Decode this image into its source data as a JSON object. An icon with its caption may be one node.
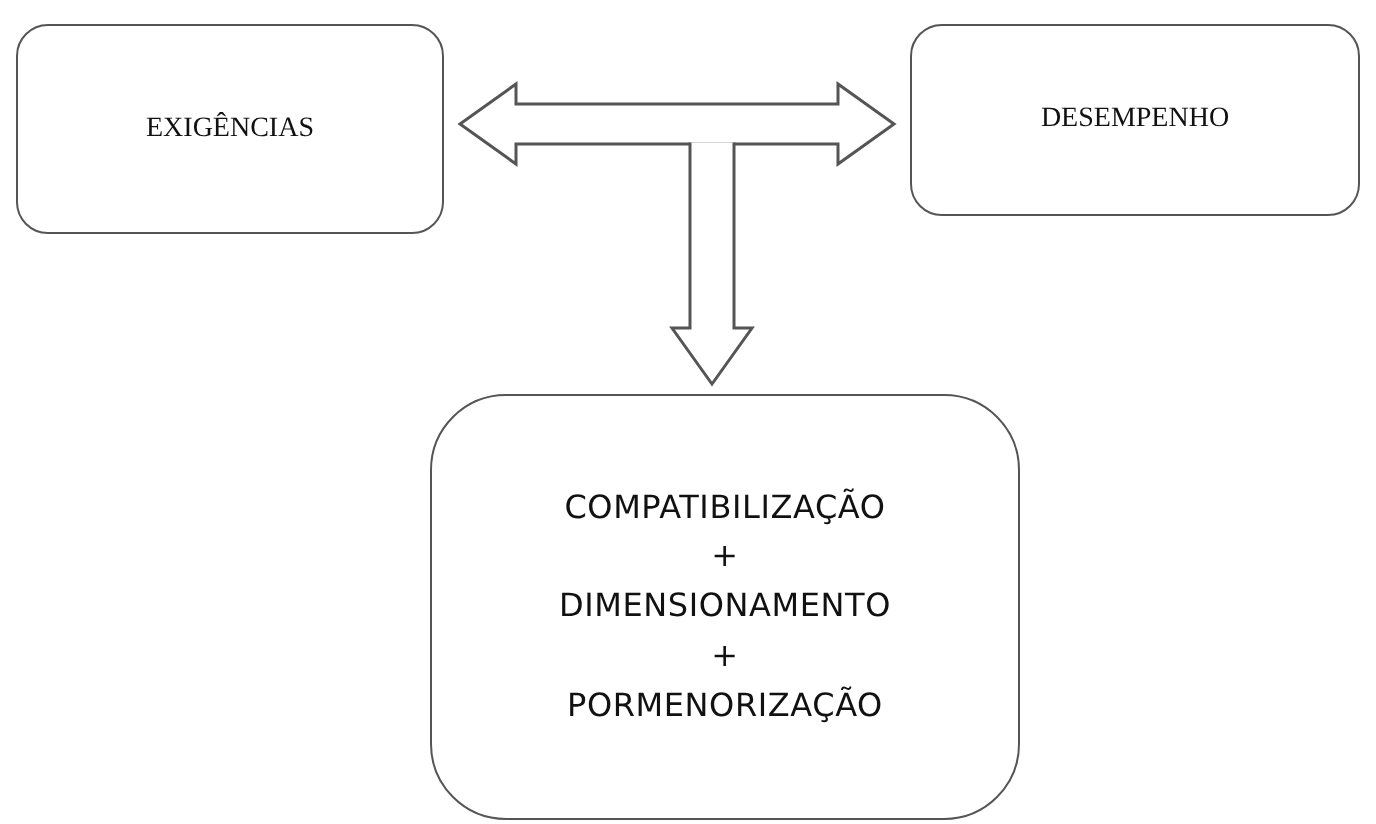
{
  "diagram": {
    "nodes": [
      {
        "text": [
          "EXIGÊNCIAS"
        ]
      },
      {
        "text": [
          "DESEMPENHO"
        ]
      },
      {
        "text": [
          "COMPATIBILIZAÇÃO + DIMENSIONAMENTO + PORMENORIZAÇÃO"
        ]
      }
    ],
    "edges": [
      {
        "from": 0,
        "to": 1,
        "arrow": "both"
      },
      {
        "from": null,
        "to": 2,
        "arrow": "to"
      }
    ]
  }
}
